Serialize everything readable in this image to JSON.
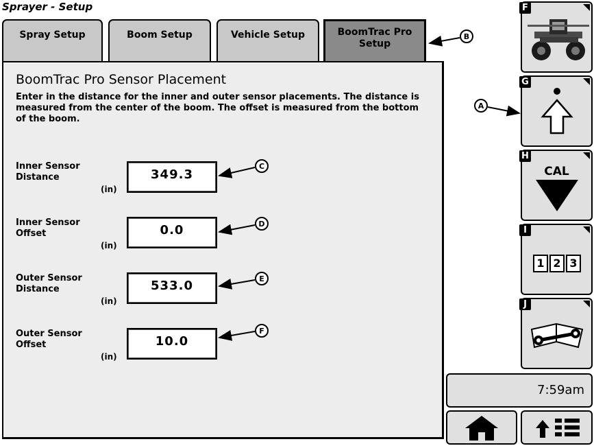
{
  "app_title": "Sprayer - Setup",
  "tabs": [
    {
      "label": "Spray Setup"
    },
    {
      "label": "Boom Setup"
    },
    {
      "label": "Vehicle Setup"
    },
    {
      "label": "BoomTrac Pro Setup",
      "active": true
    }
  ],
  "panel": {
    "title": "BoomTrac Pro Sensor Placement",
    "description": "Enter in the distance for the inner and outer sensor placements. The distance is measured from the center of the boom. The offset is measured from the bottom of the boom."
  },
  "fields": [
    {
      "label_line1": "Inner Sensor",
      "label_line2": "Distance",
      "unit": "(in)",
      "value": "349.3",
      "callout": "C"
    },
    {
      "label_line1": "Inner Sensor",
      "label_line2": "Offset",
      "unit": "(in)",
      "value": "0.0",
      "callout": "D"
    },
    {
      "label_line1": "Outer Sensor",
      "label_line2": "Distance",
      "unit": "(in)",
      "value": "533.0",
      "callout": "E"
    },
    {
      "label_line1": "Outer Sensor",
      "label_line2": "Offset",
      "unit": "(in)",
      "value": "10.0",
      "callout": "F"
    }
  ],
  "callouts": {
    "tab": "B",
    "side": "A"
  },
  "side_buttons": [
    {
      "letter": "F",
      "icon": "sprayer-machine-icon"
    },
    {
      "letter": "G",
      "icon": "up-arrow-icon"
    },
    {
      "letter": "H",
      "icon": "cal-down-icon",
      "text": "CAL"
    },
    {
      "letter": "I",
      "icon": "number-keypad-icon",
      "digits": [
        "1",
        "2",
        "3"
      ]
    },
    {
      "letter": "J",
      "icon": "manual-wrench-icon"
    }
  ],
  "clock": "7:59am",
  "bottom_buttons": [
    {
      "icon": "home-icon"
    },
    {
      "icon": "menu-up-icon"
    }
  ]
}
